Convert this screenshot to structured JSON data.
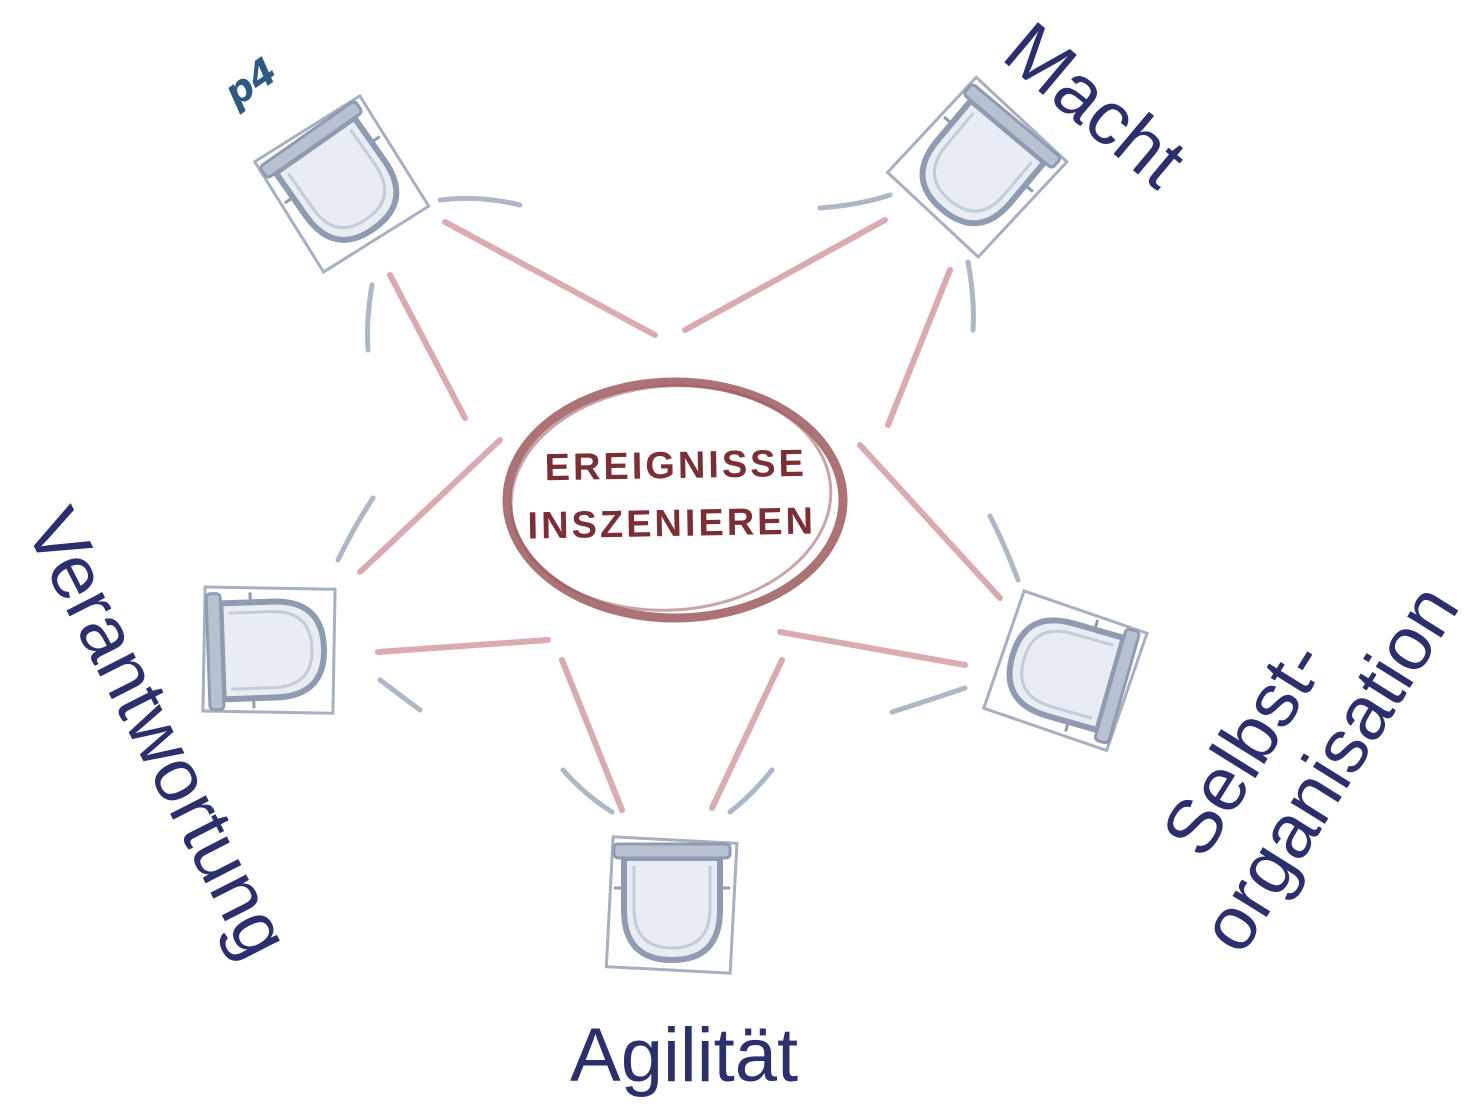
{
  "center": {
    "line1": "EREIGNISSE",
    "line2": "INSZENIEREN"
  },
  "labels": {
    "macht": "Macht",
    "selbst_line1": "Selbst-",
    "selbst_line2": "organisation",
    "agilitaet": "Agilität",
    "verantwortung": "Verantwortung"
  },
  "mark": "p4",
  "colors": {
    "label_text": "#2b2f6b",
    "center_text": "#7a2f35",
    "center_ring": "#9c5a5e",
    "connector_lines": "#d7a3a6",
    "spotlight_stroke": "#8f9bb0",
    "spotlight_fill": "#d6dde8",
    "p4_mark": "#2e5a82"
  },
  "icons": [
    "spotlight-icon",
    "spotlight-icon",
    "spotlight-icon",
    "spotlight-icon",
    "spotlight-icon"
  ]
}
